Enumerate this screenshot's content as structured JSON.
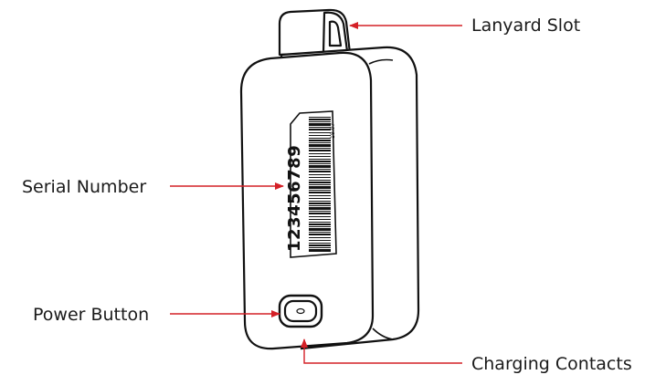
{
  "callouts": {
    "lanyard_slot": "Lanyard Slot",
    "serial_number": "Serial Number",
    "power_button": "Power Button",
    "charging_contacts": "Charging Contacts"
  },
  "label": {
    "serial": "123456789",
    "small_code": "18.07"
  },
  "colors": {
    "leader": "#d42027",
    "outline": "#111111",
    "text": "#1a1a1a"
  }
}
